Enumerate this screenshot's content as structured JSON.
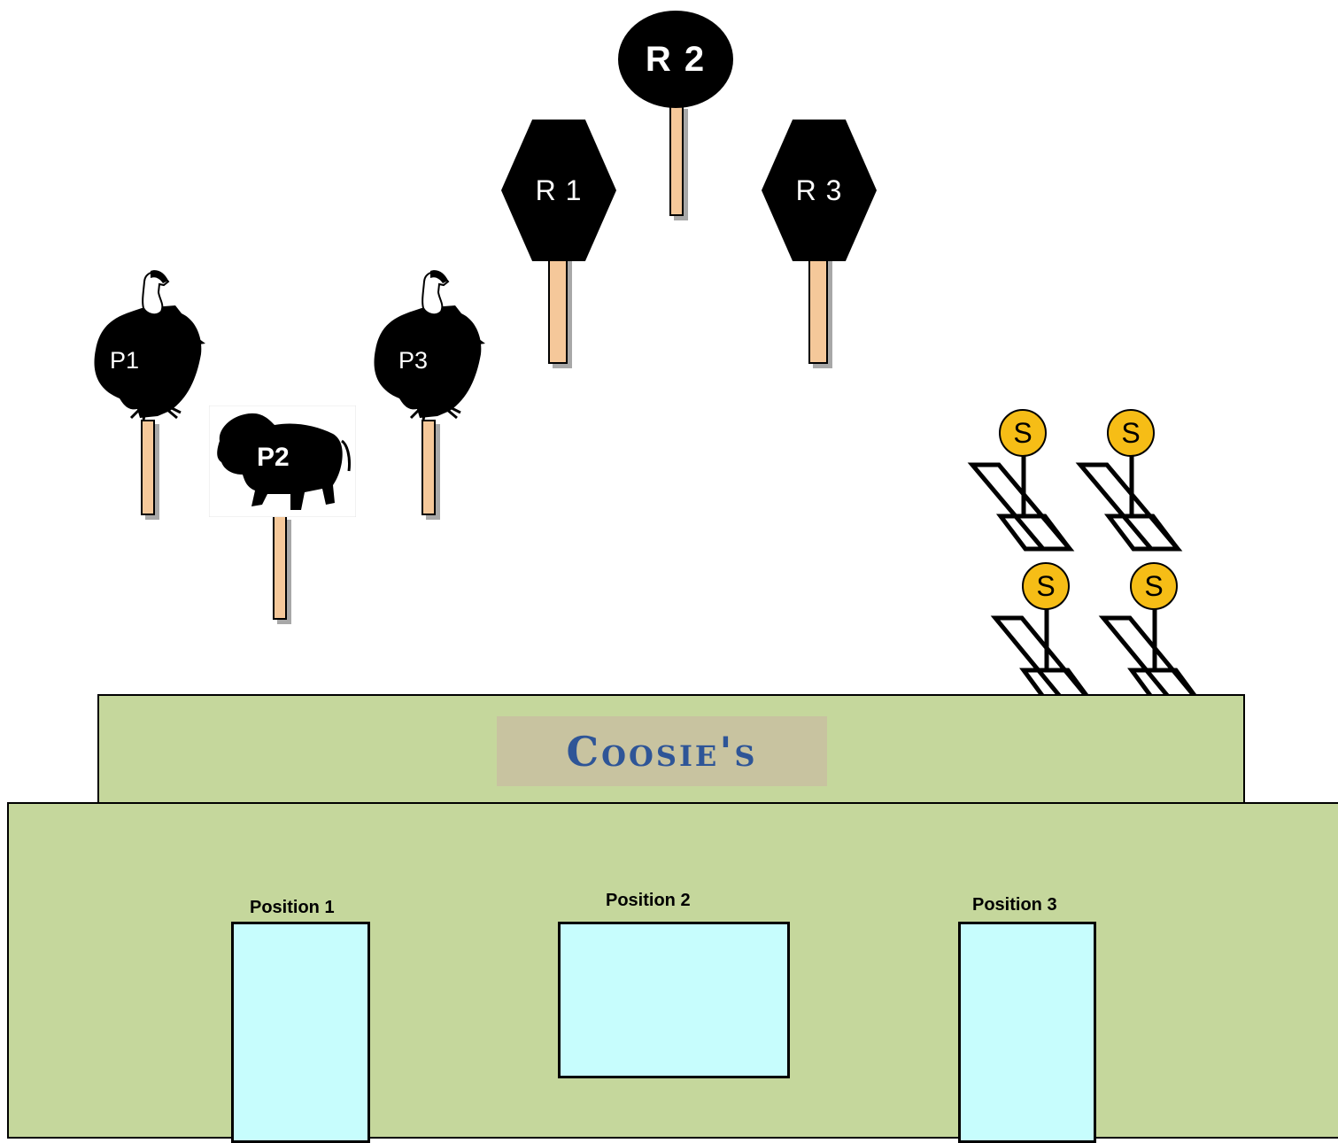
{
  "signs": {
    "r1": "R 1",
    "r2": "R 2",
    "r3": "R 3"
  },
  "animals": {
    "p1": "P1",
    "p2": "P2",
    "p3": "P3"
  },
  "building": {
    "name": "Coosie's",
    "windows": {
      "pos1": "Position 1",
      "pos2": "Position 2",
      "pos3": "Position 3"
    }
  },
  "coins": {
    "c1": "S",
    "c2": "S",
    "c3": "S",
    "c4": "S"
  },
  "colors": {
    "building": "#c5d79c",
    "window": "#c7fdfd",
    "signboard": "#c8c3a0",
    "sign_text": "#2e5597",
    "coin": "#f6bd16",
    "stake": "#f5c89a"
  }
}
